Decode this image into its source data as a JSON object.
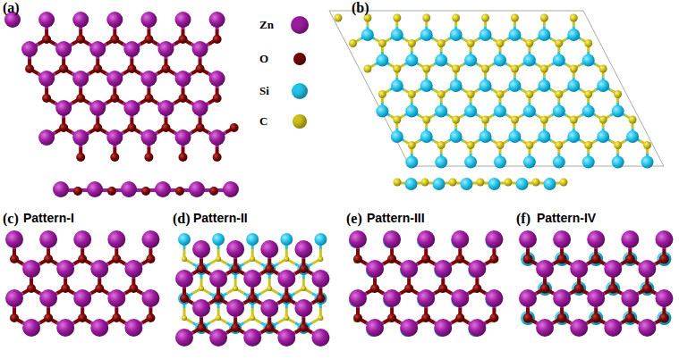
{
  "diagram": {
    "labels": [
      "(a)",
      "(b)",
      "(c)",
      "Pattern-I",
      "(d)",
      "Pattern-II",
      "(e)",
      "Pattern-III",
      "(f)",
      "Pattern-IV"
    ],
    "legend": [
      {
        "text": "Zn",
        "color": "#9c1c9e"
      },
      {
        "text": "O",
        "color": "#7a0606"
      },
      {
        "text": "Si",
        "color": "#22c4ea"
      },
      {
        "text": "C",
        "color": "#cfc21a"
      }
    ]
  }
}
